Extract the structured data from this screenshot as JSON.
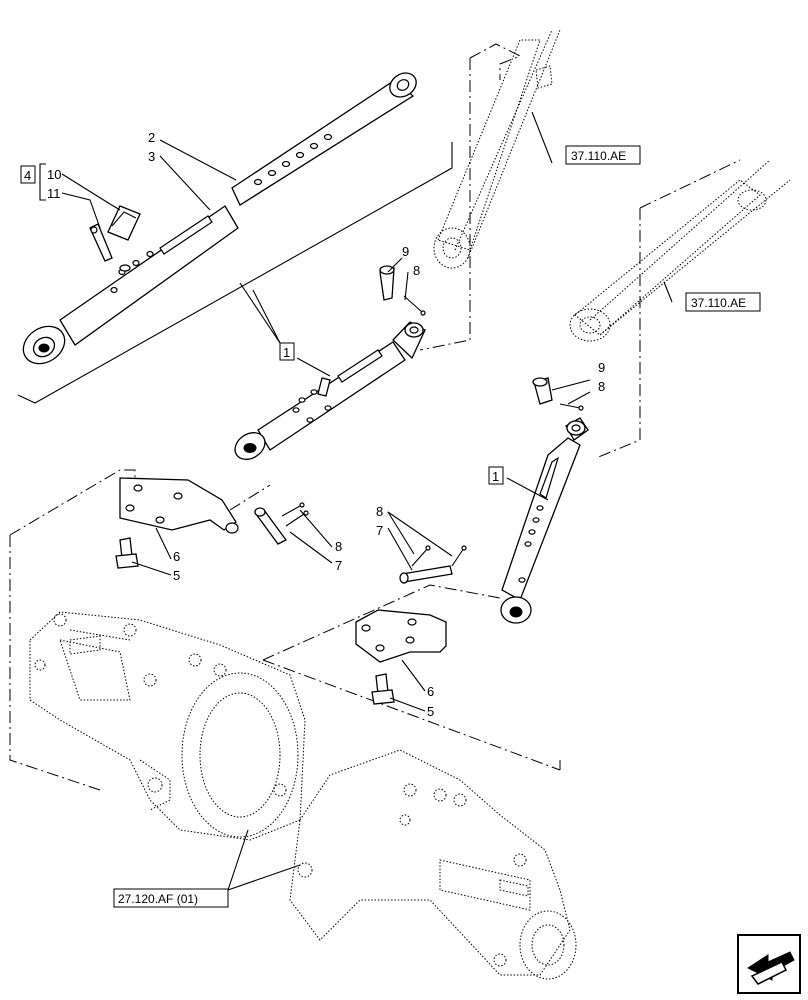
{
  "callouts": {
    "c1_upper": "1",
    "c1_right": "1",
    "c2": "2",
    "c3": "3",
    "c4": "4",
    "c10": "10",
    "c11": "11",
    "c9_mid": "9",
    "c8_mid": "8",
    "c9_right": "9",
    "c8_right": "8",
    "c6_left": "6",
    "c5_left": "5",
    "c8_pinset_left": "8",
    "c7_pinset_left": "7",
    "c8_pinset_right": "8",
    "c7_pinset_right": "7",
    "c6_right": "6",
    "c5_right": "5"
  },
  "references": {
    "ref_top": "37.110.AE",
    "ref_right": "37.110.AE",
    "ref_axle": "27.120.AF (01)"
  },
  "nav_icon": "arrow-back-icon"
}
